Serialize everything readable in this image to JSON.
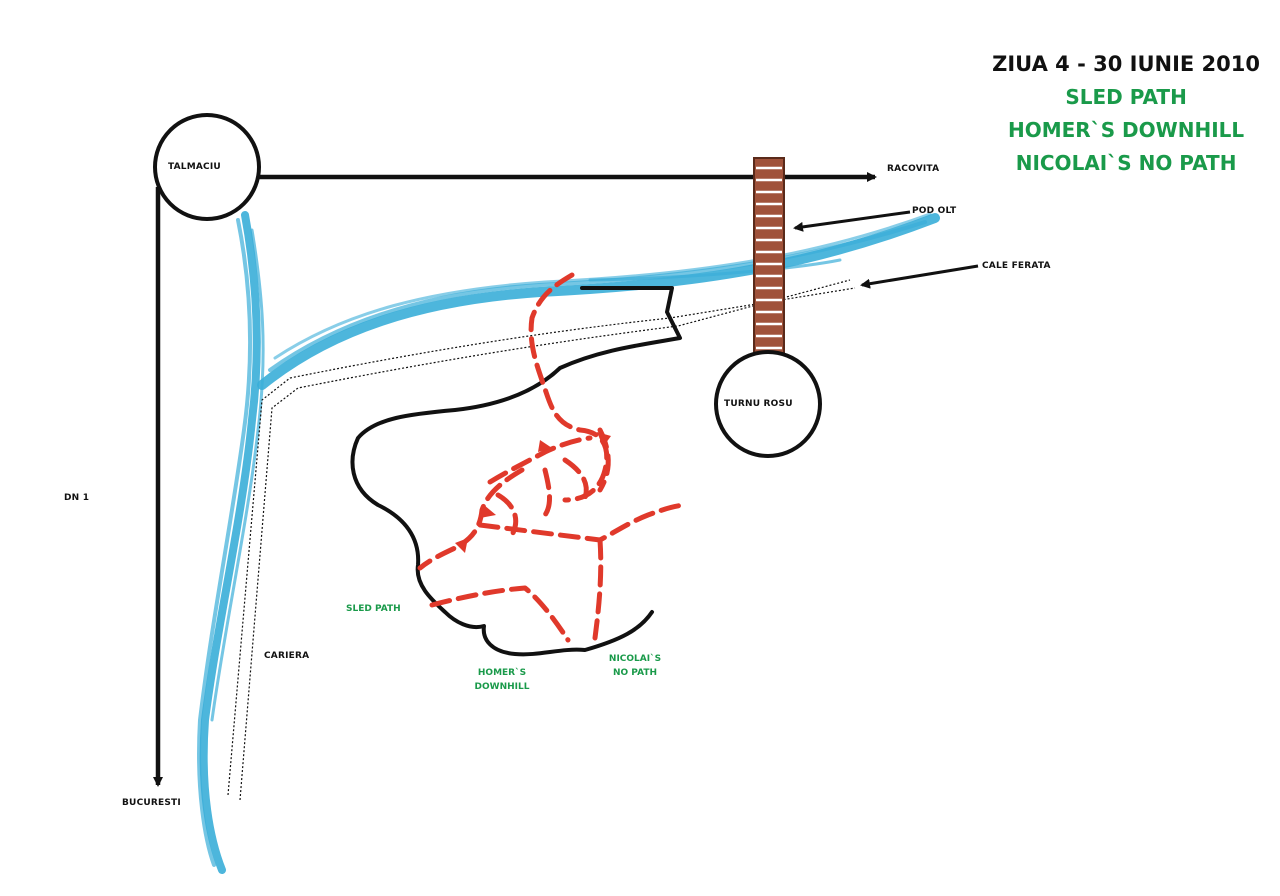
{
  "legend": {
    "title": "ZIUA 4 - 30 IUNIE 2010",
    "items": [
      "SLED PATH",
      "HOMER`S DOWNHILL",
      "NICOLAI`S NO PATH"
    ]
  },
  "places": {
    "talmaciu": "TALMACIU",
    "turnu_rosu": "TURNU ROSU",
    "racovita": "RACOVITA",
    "bucuresti": "BUCURESTI",
    "dn1": "DN 1",
    "pod_olt": "POD OLT",
    "cale_ferata": "CALE FERATA",
    "cariera": "CARIERA"
  },
  "paths": {
    "sled_path": "SLED PATH",
    "homers_line1": "HOMER`S",
    "homers_line2": "DOWNHILL",
    "nicolais_line1": "NICOLAI`S",
    "nicolais_line2": "NO PATH"
  },
  "colors": {
    "river": "#3aaed8",
    "route": "#e0392b",
    "road": "#111111",
    "legend_green": "#1a9a4a",
    "bridge": "#a0523a"
  }
}
